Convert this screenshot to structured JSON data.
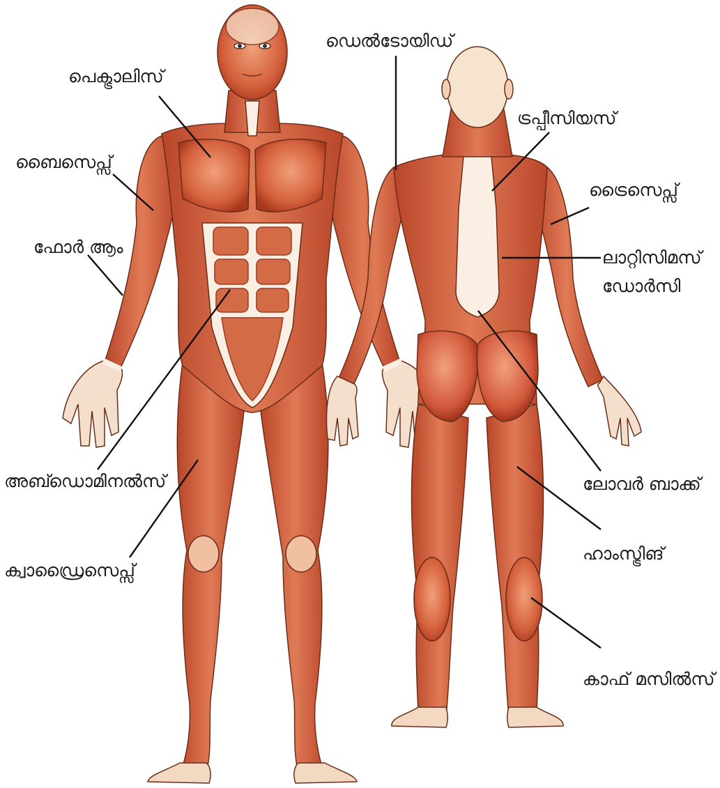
{
  "labels": {
    "pectoralis": "പെക്ട്രാലിസ്",
    "deltoid": "ഡെൽടോയിഡ്",
    "biceps": "ബൈസെപ്സ്",
    "trapezius": "ട്രപ്പീസിയസ്",
    "forearm": "ഫോർ ആം",
    "triceps": "ട്രൈസെപ്സ്",
    "latissimus_1": "ലാറ്റിസിമസ്",
    "latissimus_2": "ഡോർസി",
    "abdominals": "അബ്ഡൊമിനൽസ്",
    "lower_back": "ലോവർ ബാക്ക്",
    "hamstring": "ഹാംസ്ട്രിങ്",
    "quadriceps": "ക്വാഡ്രൈസെപ്സ്",
    "calf": "കാഫ് മസിൽസ്"
  },
  "colors": {
    "muscle_base": "#d9623f",
    "muscle_dark": "#a8371d",
    "muscle_light": "#efa584",
    "tendon": "#fbeee2",
    "skin_head": "#f6e4cf",
    "outline": "#5a2a1a",
    "leader": "#111111"
  }
}
